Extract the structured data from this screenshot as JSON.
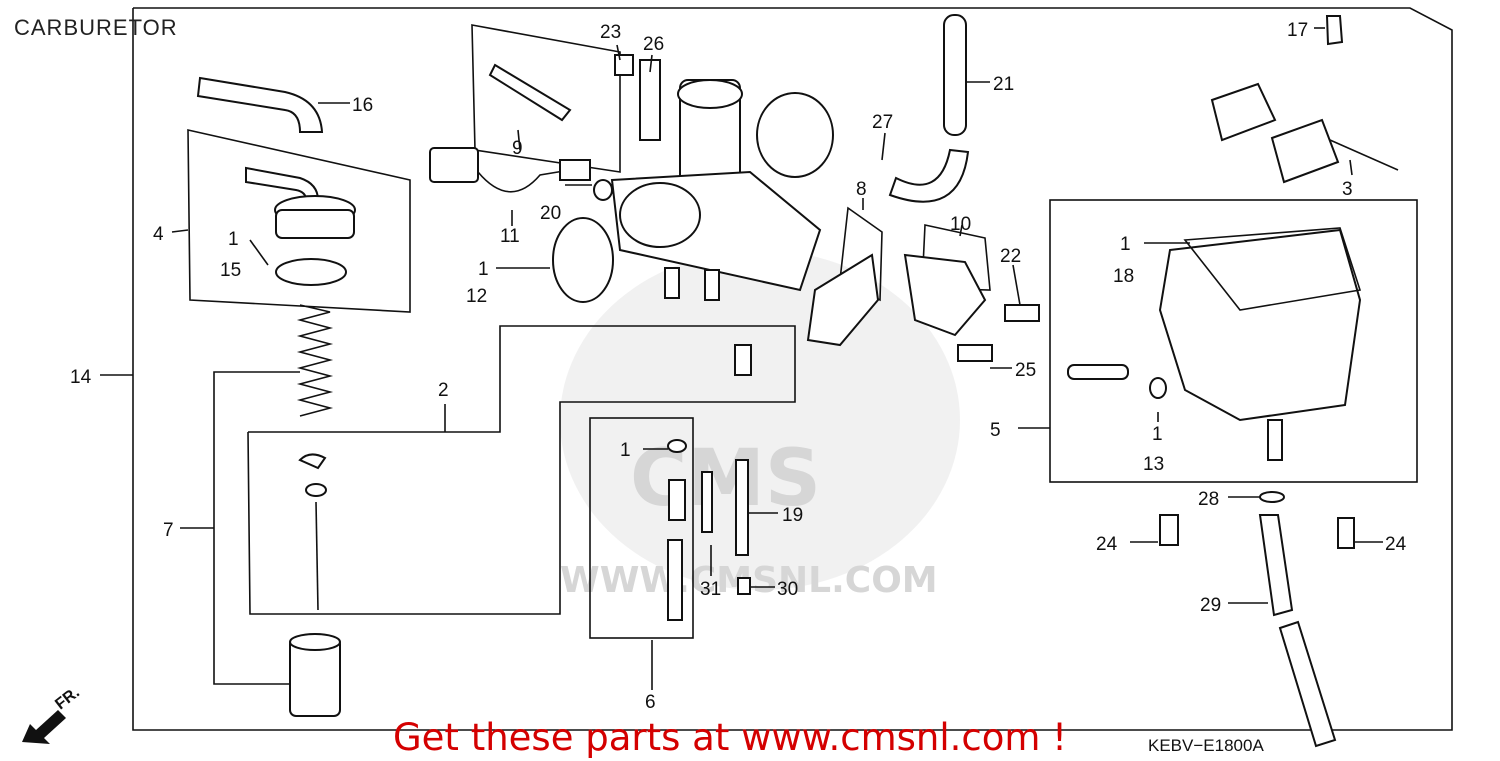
{
  "title": "CARBURETOR",
  "promo_text": "Get these parts at www.cmsnl.com !",
  "diagram_code": "KEBV−E1800A",
  "front_marker": "FR.",
  "watermark": {
    "brand": "CMS",
    "site": "WWW.CMSNL.COM"
  },
  "callouts": {
    "c1a": "1",
    "c1b": "1",
    "c1c": "1",
    "c1d": "1",
    "c1e": "1",
    "c2": "2",
    "c3": "3",
    "c4": "4",
    "c5": "5",
    "c6": "6",
    "c7": "7",
    "c8": "8",
    "c9": "9",
    "c10": "10",
    "c11": "11",
    "c12": "12",
    "c13": "13",
    "c14": "14",
    "c15": "15",
    "c16": "16",
    "c17": "17",
    "c18": "18",
    "c19": "19",
    "c20": "20",
    "c21": "21",
    "c22": "22",
    "c23": "23",
    "c24a": "24",
    "c24b": "24",
    "c25": "25",
    "c26": "26",
    "c27": "27",
    "c28": "28",
    "c29": "29",
    "c30": "30",
    "c31": "31"
  },
  "colors": {
    "promo": "#d40000",
    "line": "#111111",
    "watermark": "#d8d8d8"
  }
}
